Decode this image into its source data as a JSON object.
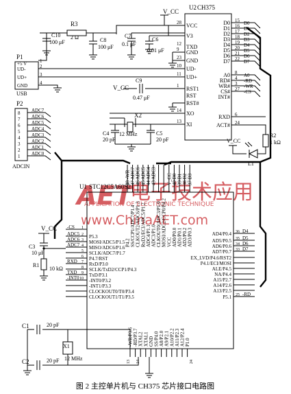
{
  "watermark": {
    "logo": "AET",
    "site_cn": "电子技术应用",
    "url": "www.ChinaAET.com",
    "tagline": "APPLICATION OF ELECTRONIC TECHNIQUE"
  },
  "caption": "图 2  主控单片机与 CH375 芯片接口电路图",
  "u2": {
    "ref": "U2",
    "part": "CH375",
    "left_pins": [
      {
        "num": "28",
        "name": "V_CC"
      },
      {
        "num": "",
        "name": "V3"
      },
      {
        "num": "12",
        "name": "TXD"
      },
      {
        "num": "9",
        "name": "GND"
      },
      {
        "num": "23",
        "name": "GND"
      },
      {
        "num": "10",
        "name": "UD-"
      },
      {
        "num": "11",
        "name": "UD+"
      },
      {
        "num": "1",
        "name": "RST1"
      },
      {
        "num": "",
        "name": "RST"
      },
      {
        "num": "",
        "name": "RST#"
      },
      {
        "num": "14",
        "name": "XO"
      },
      {
        "num": "13",
        "name": "XI"
      }
    ],
    "right_pins": [
      {
        "num": "15",
        "name": "D0"
      },
      {
        "num": "16",
        "name": "D1"
      },
      {
        "num": "17",
        "name": "D2"
      },
      {
        "num": "18",
        "name": "D3"
      },
      {
        "num": "19",
        "name": "D4"
      },
      {
        "num": "20",
        "name": "D5"
      },
      {
        "num": "21",
        "name": "D6"
      },
      {
        "num": "22",
        "name": "D7"
      },
      {
        "num": "8",
        "name": "A0"
      },
      {
        "num": "4",
        "name": "RD#"
      },
      {
        "num": "3",
        "name": "WR#"
      },
      {
        "num": "27",
        "name": "CS#"
      },
      {
        "num": "",
        "name": "INT#"
      },
      {
        "num": "6",
        "name": "RXD"
      },
      {
        "num": "24",
        "name": "ACT#"
      }
    ],
    "right_nets": [
      "D0",
      "D1",
      "D2",
      "D3",
      "D4",
      "D5",
      "D6",
      "D7",
      "A0",
      "-RD",
      "-WR",
      "-CS"
    ]
  },
  "p1": {
    "ref": "P1",
    "label": "USB",
    "pins": [
      {
        "num": "1",
        "name": "+5 V"
      },
      {
        "num": "2",
        "name": "UD-"
      },
      {
        "num": "3",
        "name": "UD+"
      },
      {
        "num": "4",
        "name": "GND"
      }
    ]
  },
  "p2": {
    "ref": "P2",
    "label": "ADCIN",
    "pins": [
      "8",
      "7",
      "6",
      "5",
      "4",
      "3",
      "2",
      "1"
    ],
    "nets": [
      "ADC7",
      "ADC6",
      "ADC5",
      "ADC4",
      "ADC3",
      "ADC2",
      "ADC1",
      "ADC0"
    ]
  },
  "components": {
    "r3_ref": "R3",
    "r3_val": "2 Ω",
    "c10_ref": "C10",
    "c10_val": "100 μF",
    "c8_ref": "C8",
    "c8_val": "100 μF",
    "c7_ref": "C7",
    "c7_val": "0.1 μF",
    "c6_ref": "C6",
    "c6_val": "0.01 μF",
    "c9_ref": "C9",
    "c9_val": "0.47 μF",
    "x2_ref": "X2",
    "x2_val": "12 MHz",
    "c4_ref": "C4",
    "c4_val": "20 pF",
    "c5_ref": "C5",
    "c5_val": "20 pF",
    "r2_ref": "R2",
    "r2_val": "1 kΩ",
    "l1_ref": "L1",
    "c3_ref": "C3",
    "c3_val": "10 μF",
    "r1_ref": "R1",
    "r1_val": "10 kΩ",
    "c1_ref": "C1",
    "c1_val": "20 pF",
    "c2_ref": "C2",
    "c2_val": "20 pF",
    "x1_ref": "X1",
    "x1_val": "12 MHz",
    "vcc": "V_CC"
  },
  "u1": {
    "ref": "U1",
    "part": "STC12C5A60S2",
    "top_pins": [
      {
        "num": "48",
        "net": "-WR",
        "name": "P4.2"
      },
      {
        "num": "47",
        "net": "ADC7",
        "name": "SS/CCP1/ADC7/P1.4"
      },
      {
        "num": "46",
        "net": "ADC6",
        "name": "CLKOUT2/ADC6/P1.3"
      },
      {
        "num": "45",
        "net": "ADC5",
        "name": "RxD2/ECI/ADC5/P1.2"
      },
      {
        "num": "44",
        "net": "ADC4",
        "name": "ADC4/P1.1"
      },
      {
        "num": "43",
        "net": "ADC3",
        "name": "ADC3/P1.0"
      },
      {
        "num": "",
        "net": "",
        "name": "CLKOUT0/ADC3/P1.0"
      },
      {
        "num": "",
        "net": "",
        "name": "MOSI/ADC2/CCP0/P4.2"
      },
      {
        "num": "",
        "net": "V_CC",
        "name": "V_CC"
      },
      {
        "num": "40",
        "net": "D0",
        "name": "AD0/P0.0"
      },
      {
        "num": "39",
        "net": "D1",
        "name": "AD1/P0.1"
      },
      {
        "num": "38",
        "net": "D2",
        "name": "AD2/P0.2"
      },
      {
        "num": "37",
        "net": "D3",
        "name": "AD3/P0.3"
      }
    ],
    "left_pins": [
      {
        "num": "1",
        "net": "-CS",
        "name": ""
      },
      {
        "num": "2",
        "net": "ADC5",
        "name": "P5.3"
      },
      {
        "num": "3",
        "net": "ADC6",
        "name": "MOSI/ADC5/P1.5"
      },
      {
        "num": "4",
        "net": "ADC7",
        "name": "MISO/ADC6/P1.6"
      },
      {
        "num": "5",
        "net": "",
        "name": "SCLK/ADC7/P1.7"
      },
      {
        "num": "6",
        "net": "",
        "name": "P4.7/RST"
      },
      {
        "num": "7",
        "net": "RXD",
        "name": "RxD/P3.0"
      },
      {
        "num": "8",
        "net": "",
        "name": "SCLK/TxD2/CCP1/P4.3"
      },
      {
        "num": "9",
        "net": "TXD",
        "name": "TxD/P3.1"
      },
      {
        "num": "10",
        "net": "-INT0",
        "name": "-INT0/P3.2"
      },
      {
        "num": "",
        "net": "",
        "name": "-INT1/P3.3"
      },
      {
        "num": "",
        "net": "",
        "name": "CLOCKOUT0/T0/P3.4"
      },
      {
        "num": "",
        "net": "",
        "name": "CLOCKOUT1/T1/P3.5"
      }
    ],
    "right_pins": [
      {
        "num": "36",
        "net": "D4",
        "name": "AD4/P0.4"
      },
      {
        "num": "35",
        "net": "D5",
        "name": "AD5/P0.5"
      },
      {
        "num": "34",
        "net": "D6",
        "name": "AD6/P0.6"
      },
      {
        "num": "33",
        "net": "D7",
        "name": "AD7/P0.7"
      },
      {
        "num": "",
        "net": "",
        "name": "EX_LVD/P4.6/RST2"
      },
      {
        "num": "",
        "net": "",
        "name": "P4.1/ECI/MOSI"
      },
      {
        "num": "",
        "net": "",
        "name": "ALE/P4.5"
      },
      {
        "num": "",
        "net": "",
        "name": "NA/P4.4"
      },
      {
        "num": "",
        "net": "",
        "name": "A15/P2.7"
      },
      {
        "num": "",
        "net": "",
        "name": "A14/P2.6"
      },
      {
        "num": "",
        "net": "",
        "name": "A13/P2.5"
      },
      {
        "num": "25",
        "net": "-RD",
        "name": "P5.1"
      }
    ],
    "bottom_pins": [
      {
        "num": "",
        "name": "-WR/P3.6"
      },
      {
        "num": "",
        "name": "-RD/P3.7"
      },
      {
        "num": "",
        "name": "XTAL2"
      },
      {
        "num": "",
        "name": "XTAL1"
      },
      {
        "num": "",
        "name": "GND"
      },
      {
        "num": "",
        "name": "SS/P4.0"
      },
      {
        "num": "",
        "name": "A8/P2.0"
      },
      {
        "num": "",
        "name": "A9/P2.1"
      },
      {
        "num": "",
        "name": "A10/P2.2"
      },
      {
        "num": "",
        "name": "A11/P2.3"
      },
      {
        "num": "",
        "name": "A12/P2.4"
      },
      {
        "num": "",
        "name": "P1.0"
      }
    ],
    "bottom_nums": [
      "13",
      "14",
      "24"
    ]
  }
}
